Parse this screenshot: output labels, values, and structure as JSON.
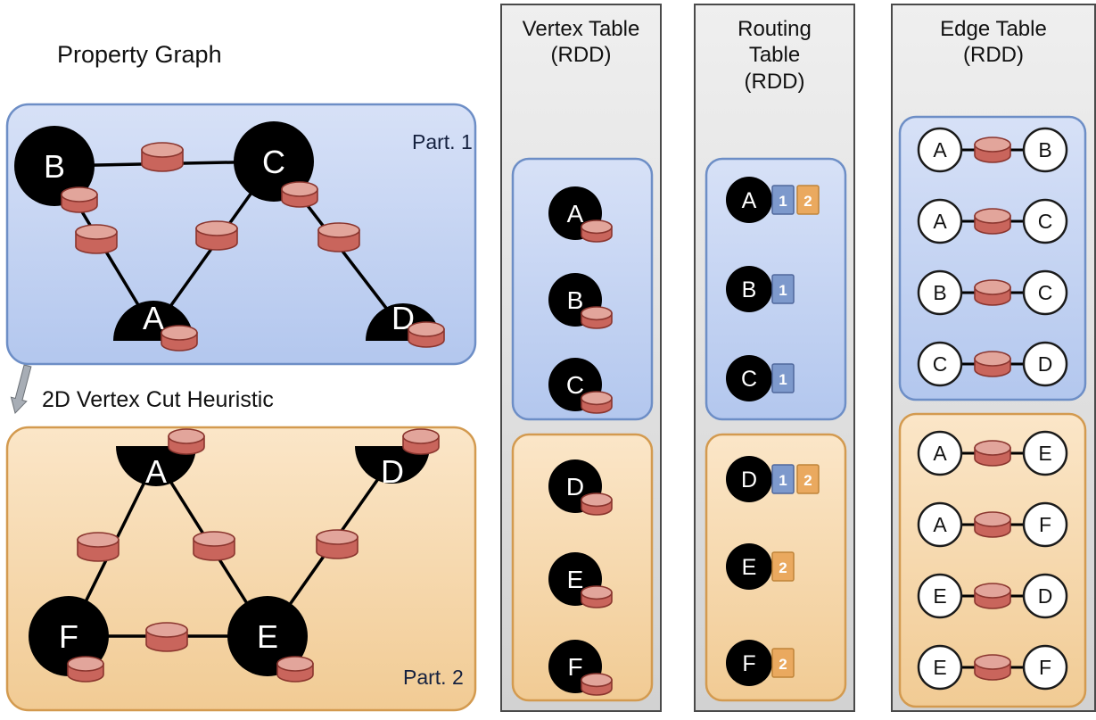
{
  "left": {
    "title": "Property Graph",
    "arrow_label": "2D Vertex Cut Heuristic",
    "partitions": [
      {
        "label": "Part. 1",
        "theme": "blue",
        "nodes": [
          {
            "id": "B",
            "cut": false
          },
          {
            "id": "C",
            "cut": false
          },
          {
            "id": "A",
            "cut": true
          },
          {
            "id": "D",
            "cut": true
          }
        ],
        "edges": [
          [
            "B",
            "C"
          ],
          [
            "B",
            "A"
          ],
          [
            "C",
            "A"
          ],
          [
            "C",
            "D"
          ]
        ]
      },
      {
        "label": "Part. 2",
        "theme": "orange",
        "nodes": [
          {
            "id": "A",
            "cut": true
          },
          {
            "id": "D",
            "cut": true
          },
          {
            "id": "F",
            "cut": false
          },
          {
            "id": "E",
            "cut": false
          }
        ],
        "edges": [
          [
            "A",
            "F"
          ],
          [
            "A",
            "E"
          ],
          [
            "D",
            "E"
          ],
          [
            "F",
            "E"
          ]
        ]
      }
    ]
  },
  "vertex_table": {
    "title": "Vertex Table",
    "subtitle": "(RDD)",
    "groups": [
      {
        "theme": "blue",
        "vertices": [
          "A",
          "B",
          "C"
        ]
      },
      {
        "theme": "orange",
        "vertices": [
          "D",
          "E",
          "F"
        ]
      }
    ]
  },
  "routing_table": {
    "title": "Routing Table",
    "subtitle": "(RDD)",
    "groups": [
      {
        "theme": "blue",
        "rows": [
          {
            "vertex": "A",
            "partitions": [
              "1",
              "2"
            ]
          },
          {
            "vertex": "B",
            "partitions": [
              "1"
            ]
          },
          {
            "vertex": "C",
            "partitions": [
              "1"
            ]
          }
        ]
      },
      {
        "theme": "orange",
        "rows": [
          {
            "vertex": "D",
            "partitions": [
              "1",
              "2"
            ]
          },
          {
            "vertex": "E",
            "partitions": [
              "2"
            ]
          },
          {
            "vertex": "F",
            "partitions": [
              "2"
            ]
          }
        ]
      }
    ]
  },
  "edge_table": {
    "title": "Edge Table",
    "subtitle": "(RDD)",
    "groups": [
      {
        "theme": "blue",
        "edges": [
          [
            "A",
            "B"
          ],
          [
            "A",
            "C"
          ],
          [
            "B",
            "C"
          ],
          [
            "C",
            "D"
          ]
        ]
      },
      {
        "theme": "orange",
        "edges": [
          [
            "A",
            "E"
          ],
          [
            "A",
            "F"
          ],
          [
            "E",
            "D"
          ],
          [
            "E",
            "F"
          ]
        ]
      }
    ]
  },
  "colors": {
    "partition_blue_top": "#d7e1f7",
    "partition_blue_bottom": "#b3c7ee",
    "partition_blue_stroke": "#6d8ec6",
    "partition_orange_top": "#fbe6c8",
    "partition_orange_bottom": "#f1cb94",
    "partition_orange_stroke": "#d39a4f",
    "cylinder_body": "#c9655c",
    "cylinder_top": "#e2a59b",
    "cylinder_stroke": "#8a352e",
    "chip_blue_fill": "#7d99cc",
    "chip_blue_stroke": "#50689c",
    "chip_orange_fill": "#eaa95f",
    "chip_orange_stroke": "#bf8439",
    "node_fill": "#000000",
    "column_border": "#4a4a4a"
  }
}
